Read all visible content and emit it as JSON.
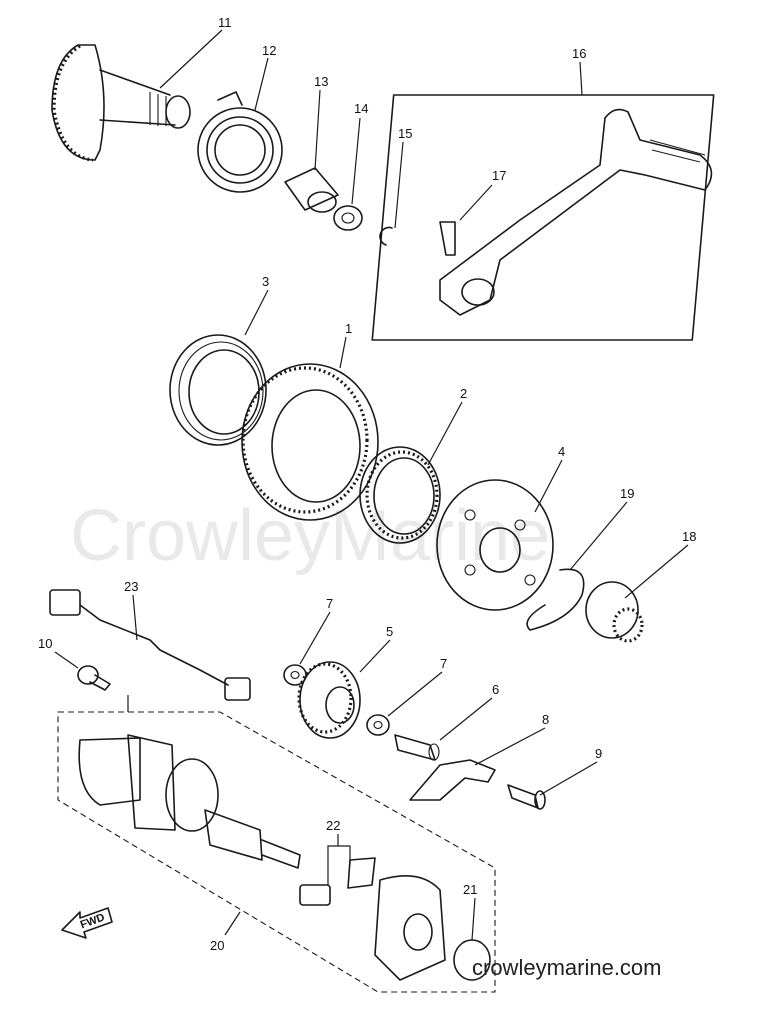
{
  "watermark": "CrowleyMarine",
  "site": "crowleymarine.com",
  "fwd_label": "FWD",
  "callouts": [
    {
      "id": "11",
      "label": "11"
    },
    {
      "id": "12",
      "label": "12"
    },
    {
      "id": "13",
      "label": "13"
    },
    {
      "id": "14",
      "label": "14"
    },
    {
      "id": "15",
      "label": "15"
    },
    {
      "id": "16",
      "label": "16"
    },
    {
      "id": "17",
      "label": "17"
    },
    {
      "id": "3",
      "label": "3"
    },
    {
      "id": "1",
      "label": "1"
    },
    {
      "id": "2",
      "label": "2"
    },
    {
      "id": "4",
      "label": "4"
    },
    {
      "id": "19",
      "label": "19"
    },
    {
      "id": "18",
      "label": "18"
    },
    {
      "id": "23",
      "label": "23"
    },
    {
      "id": "10",
      "label": "10"
    },
    {
      "id": "7a",
      "label": "7"
    },
    {
      "id": "5",
      "label": "5"
    },
    {
      "id": "7b",
      "label": "7"
    },
    {
      "id": "6",
      "label": "6"
    },
    {
      "id": "8",
      "label": "8"
    },
    {
      "id": "9",
      "label": "9"
    },
    {
      "id": "22",
      "label": "22"
    },
    {
      "id": "21",
      "label": "21"
    },
    {
      "id": "20",
      "label": "20"
    }
  ]
}
